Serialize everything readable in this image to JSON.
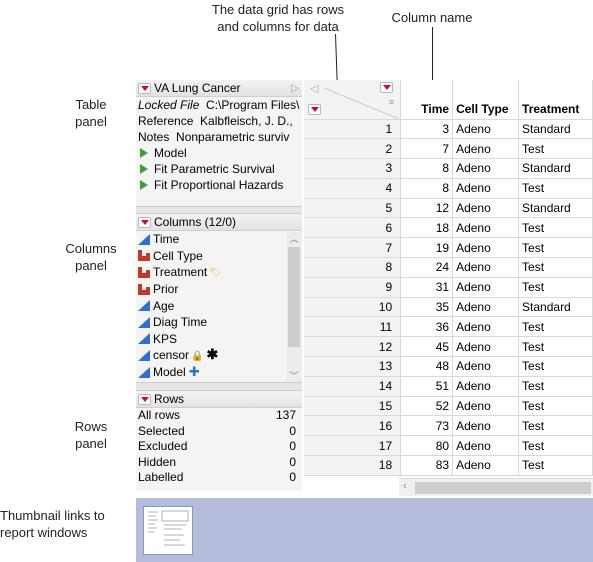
{
  "annotations": {
    "grid": "The data grid has rows\nand columns for data",
    "column_name": "Column name",
    "table_panel": "Table\npanel",
    "columns_panel": "Columns\npanel",
    "rows_panel": "Rows\npanel",
    "thumbnail": "Thumbnail links to\nreport windows"
  },
  "table_panel": {
    "title": "VA Lung Cancer",
    "lines": [
      {
        "label": "Locked File",
        "value": "C:\\Program Files\\"
      },
      {
        "label": "Reference",
        "value": "Kalbfleisch, J. D.,"
      },
      {
        "label": "Notes",
        "value": "Nonparametric surviv"
      }
    ],
    "scripts": [
      "Model",
      "Fit Parametric Survival",
      "Fit Proportional Hazards"
    ]
  },
  "columns_panel": {
    "title": "Columns (12/0)",
    "items": [
      {
        "name": "Time",
        "type": "continuous"
      },
      {
        "name": "Cell Type",
        "type": "nominal"
      },
      {
        "name": "Treatment",
        "type": "nominal"
      },
      {
        "name": "Prior",
        "type": "nominal"
      },
      {
        "name": "Age",
        "type": "continuous"
      },
      {
        "name": "Diag Time",
        "type": "continuous"
      },
      {
        "name": "KPS",
        "type": "continuous"
      },
      {
        "name": "censor",
        "type": "continuous"
      },
      {
        "name": "Model",
        "type": "continuous"
      }
    ]
  },
  "rows_panel": {
    "title": "Rows",
    "items": [
      {
        "label": "All rows",
        "value": "137"
      },
      {
        "label": "Selected",
        "value": "0"
      },
      {
        "label": "Excluded",
        "value": "0"
      },
      {
        "label": "Hidden",
        "value": "0"
      },
      {
        "label": "Labelled",
        "value": "0"
      }
    ]
  },
  "grid": {
    "headers": [
      "Time",
      "Cell Type",
      "Treatment"
    ],
    "rows": [
      [
        1,
        3,
        "Adeno",
        "Standard"
      ],
      [
        2,
        7,
        "Adeno",
        "Test"
      ],
      [
        3,
        8,
        "Adeno",
        "Standard"
      ],
      [
        4,
        8,
        "Adeno",
        "Test"
      ],
      [
        5,
        12,
        "Adeno",
        "Standard"
      ],
      [
        6,
        18,
        "Adeno",
        "Test"
      ],
      [
        7,
        19,
        "Adeno",
        "Test"
      ],
      [
        8,
        24,
        "Adeno",
        "Test"
      ],
      [
        9,
        31,
        "Adeno",
        "Test"
      ],
      [
        10,
        35,
        "Adeno",
        "Standard"
      ],
      [
        11,
        36,
        "Adeno",
        "Test"
      ],
      [
        12,
        45,
        "Adeno",
        "Test"
      ],
      [
        13,
        48,
        "Adeno",
        "Test"
      ],
      [
        14,
        51,
        "Adeno",
        "Test"
      ],
      [
        15,
        52,
        "Adeno",
        "Test"
      ],
      [
        16,
        73,
        "Adeno",
        "Test"
      ],
      [
        17,
        80,
        "Adeno",
        "Test"
      ],
      [
        18,
        83,
        "Adeno",
        "Test"
      ]
    ]
  },
  "colors": {
    "accent_red": "#c8102e",
    "script_green": "#3aa23a",
    "thumb_bar": "#b4bddb"
  }
}
